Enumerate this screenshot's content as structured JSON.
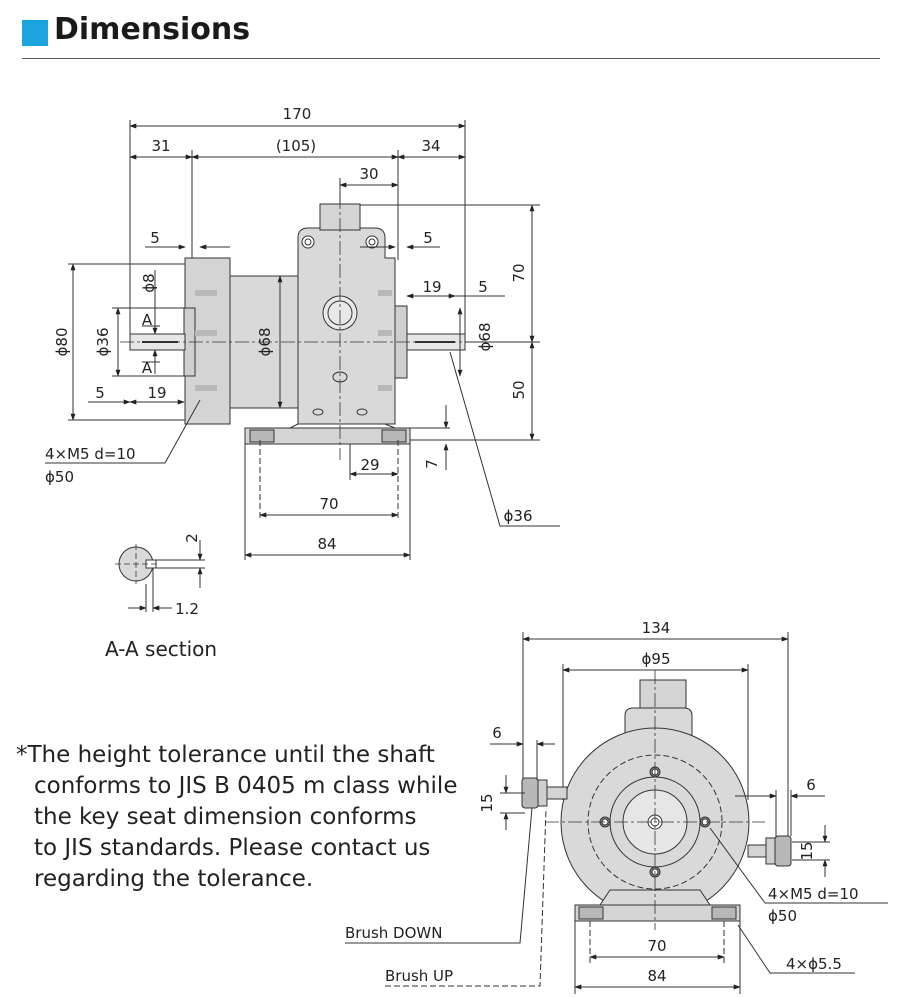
{
  "header": {
    "title": "Dimensions",
    "accent_color": "#1aa3dc"
  },
  "side_view": {
    "dims": {
      "overall": "170",
      "left": "31",
      "middle": "(105)",
      "right": "34",
      "top_width": "30",
      "left_flange": "5",
      "right_flange": "5",
      "phi8": "ϕ8",
      "phi68_body": "ϕ68",
      "key_19_right": "19",
      "key_5_right": "5",
      "phi68_right": "ϕ68",
      "height_70": "70",
      "height_50": "50",
      "phi80": "ϕ80",
      "phi36_left": "ϕ36",
      "section_a_top": "A",
      "section_a_bottom": "A",
      "left_5": "5",
      "left_19": "19",
      "base_7": "7",
      "base_29": "29",
      "base_70": "70",
      "base_84": "84",
      "phi36_right": "ϕ36"
    },
    "callout_bolt": "4×M5 d=10",
    "callout_bolt_pcd": "ϕ50"
  },
  "section_view": {
    "dim_2": "2",
    "dim_1_2": "1.2",
    "caption": "A-A section"
  },
  "note": {
    "lines": [
      "*The height tolerance until the shaft",
      "conforms to JIS B 0405 m class while",
      "the key seat dimension conforms",
      "to JIS standards. Please contact us",
      "regarding the tolerance."
    ]
  },
  "front_view": {
    "dims": {
      "overall": "134",
      "phi95": "ϕ95",
      "left_6": "6",
      "left_15": "15",
      "right_6": "6",
      "right_15": "15",
      "base_70": "70",
      "base_84": "84"
    },
    "callout_bolt": "4×M5 d=10",
    "callout_bolt_pcd": "ϕ50",
    "callout_holes": "4×ϕ5.5",
    "brush_down": "Brush DOWN",
    "brush_up": "Brush UP"
  }
}
